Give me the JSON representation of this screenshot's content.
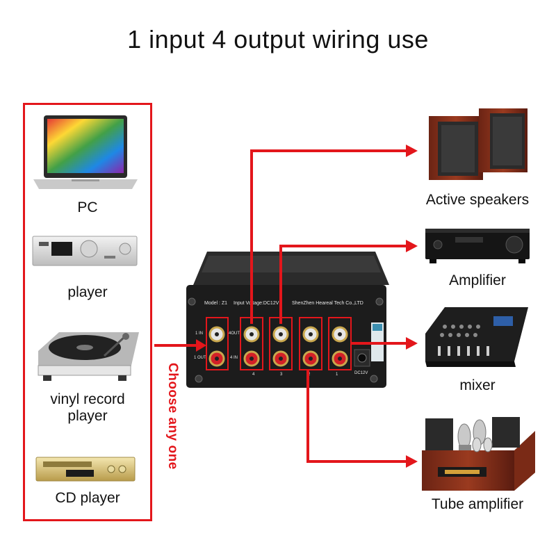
{
  "title": "1 input 4 output wiring use",
  "side_note": "Choose any one",
  "inputs": [
    "PC",
    "player",
    "vinyl record",
    "player",
    "CD player"
  ],
  "outputs": [
    "Active speakers",
    "Amplifier",
    "mixer",
    "Tube amplifier"
  ],
  "device": {
    "model": "Model : Z1",
    "voltage": "Input Voltage:DC12V",
    "maker": "ShenZhen Heareal Tech Co.,LTD",
    "jack_1in": "1 IN",
    "jack_1out": "1 OUT",
    "jack_4out": "4OUT",
    "jack_4in": "4 IN",
    "port_nums": [
      "4",
      "3",
      "2",
      "1"
    ],
    "power": "DC12V"
  },
  "colors": {
    "accent": "#e3161b",
    "device_body": "#1c1c1c"
  }
}
